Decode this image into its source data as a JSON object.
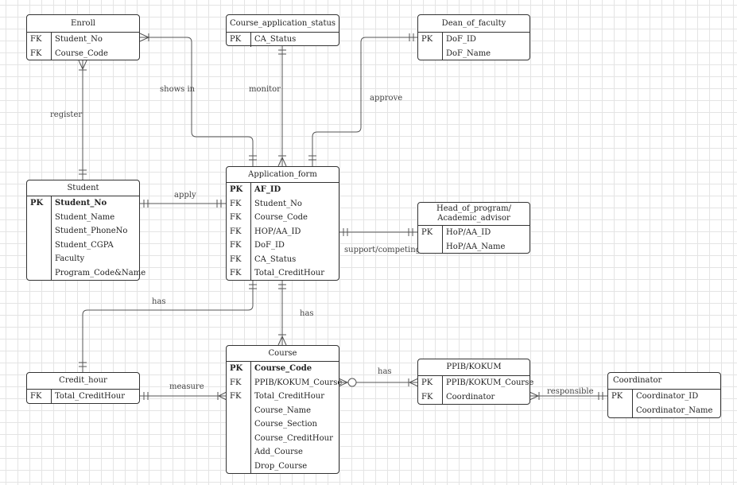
{
  "entities": {
    "enroll": {
      "title": "Enroll",
      "rows": [
        {
          "key": "FK",
          "attr": "Student_No"
        },
        {
          "key": "FK",
          "attr": "Course_Code"
        }
      ]
    },
    "course_application_status": {
      "title": "Course_application_status",
      "rows": [
        {
          "key": "PK",
          "attr": "CA_Status"
        }
      ]
    },
    "dean_of_faculty": {
      "title": "Dean_of_faculty",
      "rows": [
        {
          "key": "PK",
          "attr": "DoF_ID"
        },
        {
          "key": "",
          "attr": "DoF_Name"
        }
      ]
    },
    "student": {
      "title": "Student",
      "rows": [
        {
          "key": "PK",
          "attr": "Student_No"
        },
        {
          "key": "",
          "attr": "Student_Name"
        },
        {
          "key": "",
          "attr": "Student_PhoneNo"
        },
        {
          "key": "",
          "attr": "Student_CGPA"
        },
        {
          "key": "",
          "attr": "Faculty"
        },
        {
          "key": "",
          "attr": "Program_Code&Name"
        }
      ]
    },
    "application_form": {
      "title": "Application_form",
      "rows": [
        {
          "key": "PK",
          "attr": "AF_ID"
        },
        {
          "key": "FK",
          "attr": "Student_No"
        },
        {
          "key": "FK",
          "attr": "Course_Code"
        },
        {
          "key": "FK",
          "attr": "HOP/AA_ID"
        },
        {
          "key": "FK",
          "attr": "DoF_ID"
        },
        {
          "key": "FK",
          "attr": "CA_Status"
        },
        {
          "key": "FK",
          "attr": "Total_CreditHour"
        }
      ]
    },
    "head_of_program": {
      "title_line1": "Head_of_program/",
      "title_line2": "Academic_advisor",
      "rows": [
        {
          "key": "PK",
          "attr": "HoP/AA_ID"
        },
        {
          "key": "",
          "attr": "HoP/AA_Name"
        }
      ]
    },
    "credit_hour": {
      "title": "Credit_hour",
      "rows": [
        {
          "key": "FK",
          "attr": "Total_CreditHour"
        }
      ]
    },
    "course": {
      "title": "Course",
      "rows": [
        {
          "key": "PK",
          "attr": "Course_Code"
        },
        {
          "key": "FK",
          "attr": "PPIB/KOKUM_Course"
        },
        {
          "key": "FK",
          "attr": "Total_CreditHour"
        },
        {
          "key": "",
          "attr": "Course_Name"
        },
        {
          "key": "",
          "attr": "Course_Section"
        },
        {
          "key": "",
          "attr": "Course_CreditHour"
        },
        {
          "key": "",
          "attr": "Add_Course"
        },
        {
          "key": "",
          "attr": "Drop_Course"
        }
      ]
    },
    "ppib_kokum": {
      "title": "PPIB/KOKUM",
      "rows": [
        {
          "key": "PK",
          "attr": "PPIB/KOKUM_Course"
        },
        {
          "key": "FK",
          "attr": "Coordinator"
        }
      ]
    },
    "coordinator": {
      "title": "Coordinator",
      "rows": [
        {
          "key": "PK",
          "attr": "Coordinator_ID"
        },
        {
          "key": "",
          "attr": "Coordinator_Name"
        }
      ]
    }
  },
  "relationships": {
    "shows_in": "shows in",
    "monitor": "monitor",
    "approve": "approve",
    "register": "register",
    "apply": "apply",
    "support_competing": "support/competing",
    "has_credit": "has",
    "has_course": "has",
    "has_ppib": "has",
    "measure": "measure",
    "responsible": "responsible"
  },
  "colors": {
    "line": "#555555",
    "border": "#333333",
    "grid": "#e4e4e4"
  }
}
